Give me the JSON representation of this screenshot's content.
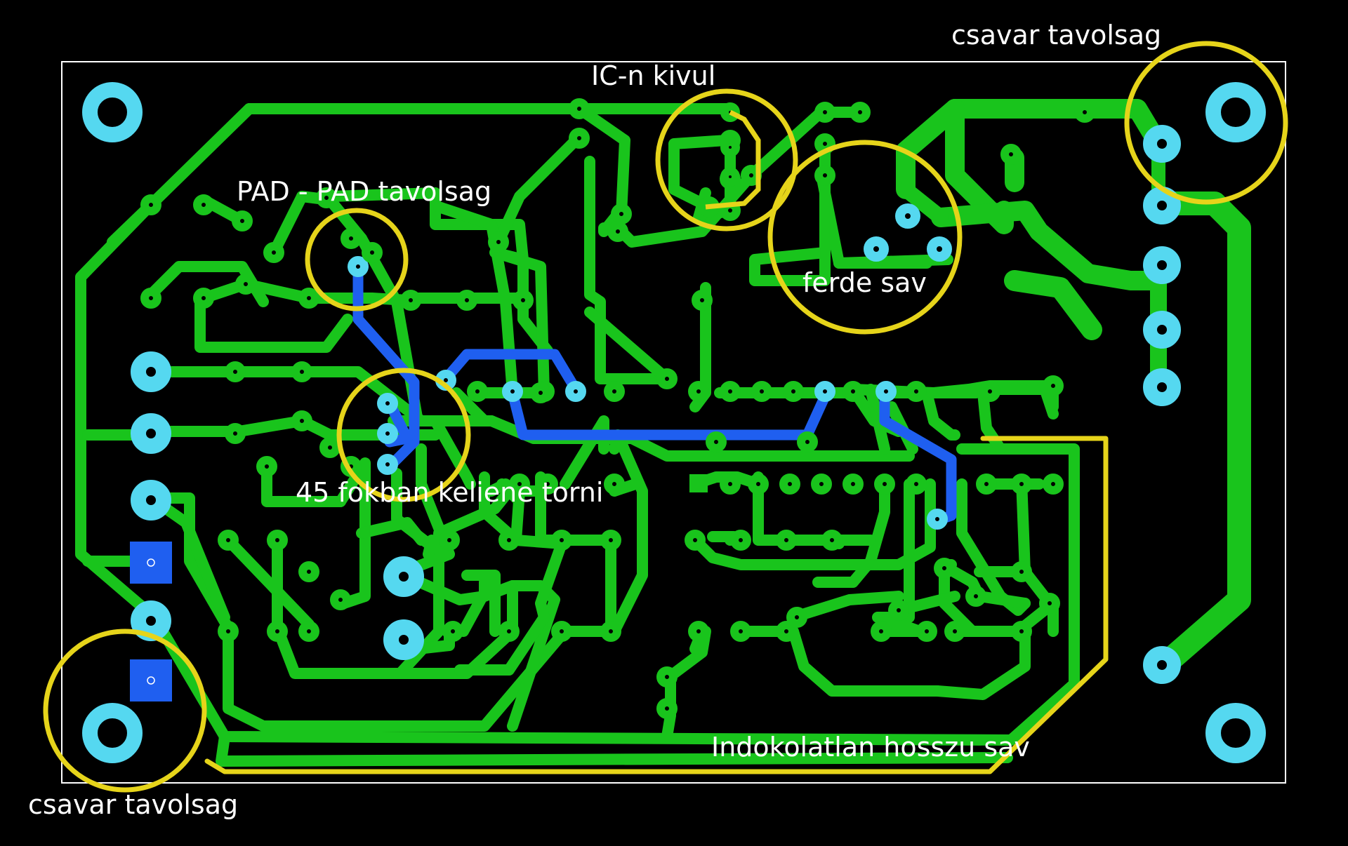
{
  "labels": {
    "csavar_top": "csavar tavolsag",
    "ic_kivul": "IC-n kivul",
    "pad_pad": "PAD - PAD tavolsag",
    "ferde_sav": "ferde sav",
    "fokban": "45 fokban keliene torni",
    "indokolatlan": "Indokolatlan hosszu sav",
    "csavar_bottom": "csavar tavolsag"
  },
  "colors": {
    "background": "#000000",
    "top_copper": "#19c41c",
    "bottom_copper": "#1f5ff0",
    "pad": "#55d8f0",
    "annotation": "#e6d41a",
    "outline": "#ffffff",
    "text": "#ffffff"
  }
}
